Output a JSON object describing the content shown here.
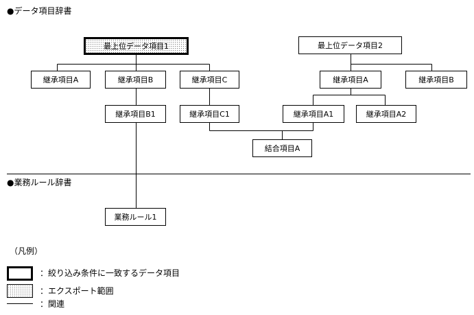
{
  "sections": {
    "data_dictionary": "●データ項目辞書",
    "business_rule_dictionary": "●業務ルール辞書"
  },
  "nodes": {
    "top1": {
      "label": "最上位データ項目1",
      "filtered": true,
      "export": true
    },
    "inheritA_1": {
      "label": "継承項目A"
    },
    "inheritB_1": {
      "label": "継承項目B"
    },
    "inheritC_1": {
      "label": "継承項目C"
    },
    "inheritB1": {
      "label": "継承項目B1"
    },
    "inheritC1": {
      "label": "継承項目C1"
    },
    "top2": {
      "label": "最上位データ項目2"
    },
    "inheritA_2": {
      "label": "継承項目A"
    },
    "inheritB_2": {
      "label": "継承項目B"
    },
    "inheritA1": {
      "label": "継承項目A1"
    },
    "inheritA2": {
      "label": "継承項目A2"
    },
    "combinedA": {
      "label": "結合項目A"
    },
    "rule1": {
      "label": "業務ルール1"
    }
  },
  "legend": {
    "title": "（凡例）",
    "filter_label": "：絞り込み条件に一致するデータ項目",
    "export_label": "：エクスポート範囲",
    "relation_label": "：関連"
  },
  "colors": {
    "line": "#000000",
    "background": "#ffffff",
    "export_dots": "#777777"
  }
}
